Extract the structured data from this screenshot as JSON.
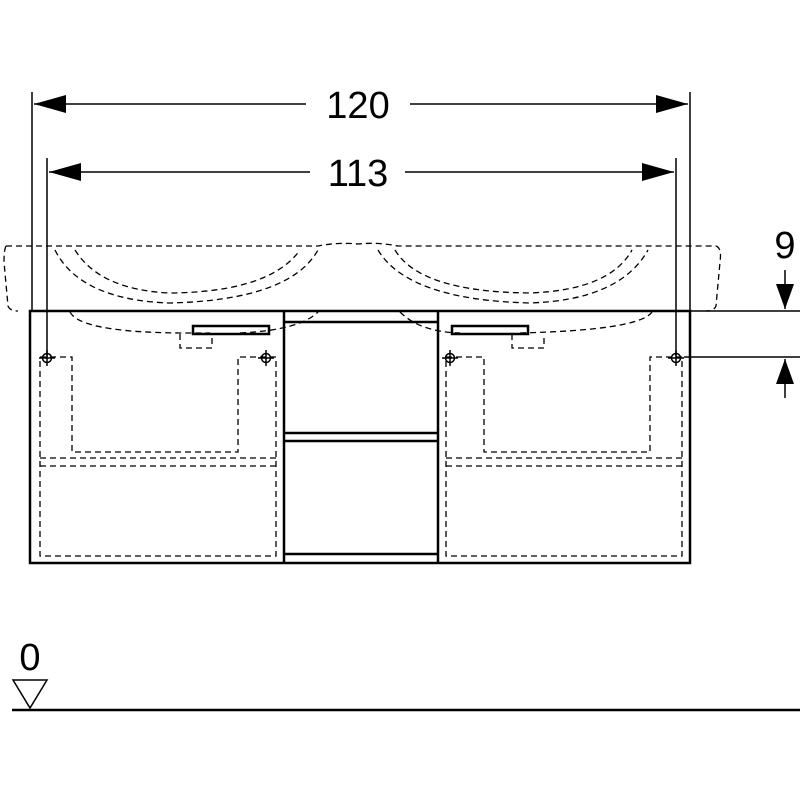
{
  "dimensions": {
    "overall_width": "120",
    "mount_width": "113",
    "height_offset": "9"
  },
  "floor_level": {
    "label": "0"
  }
}
